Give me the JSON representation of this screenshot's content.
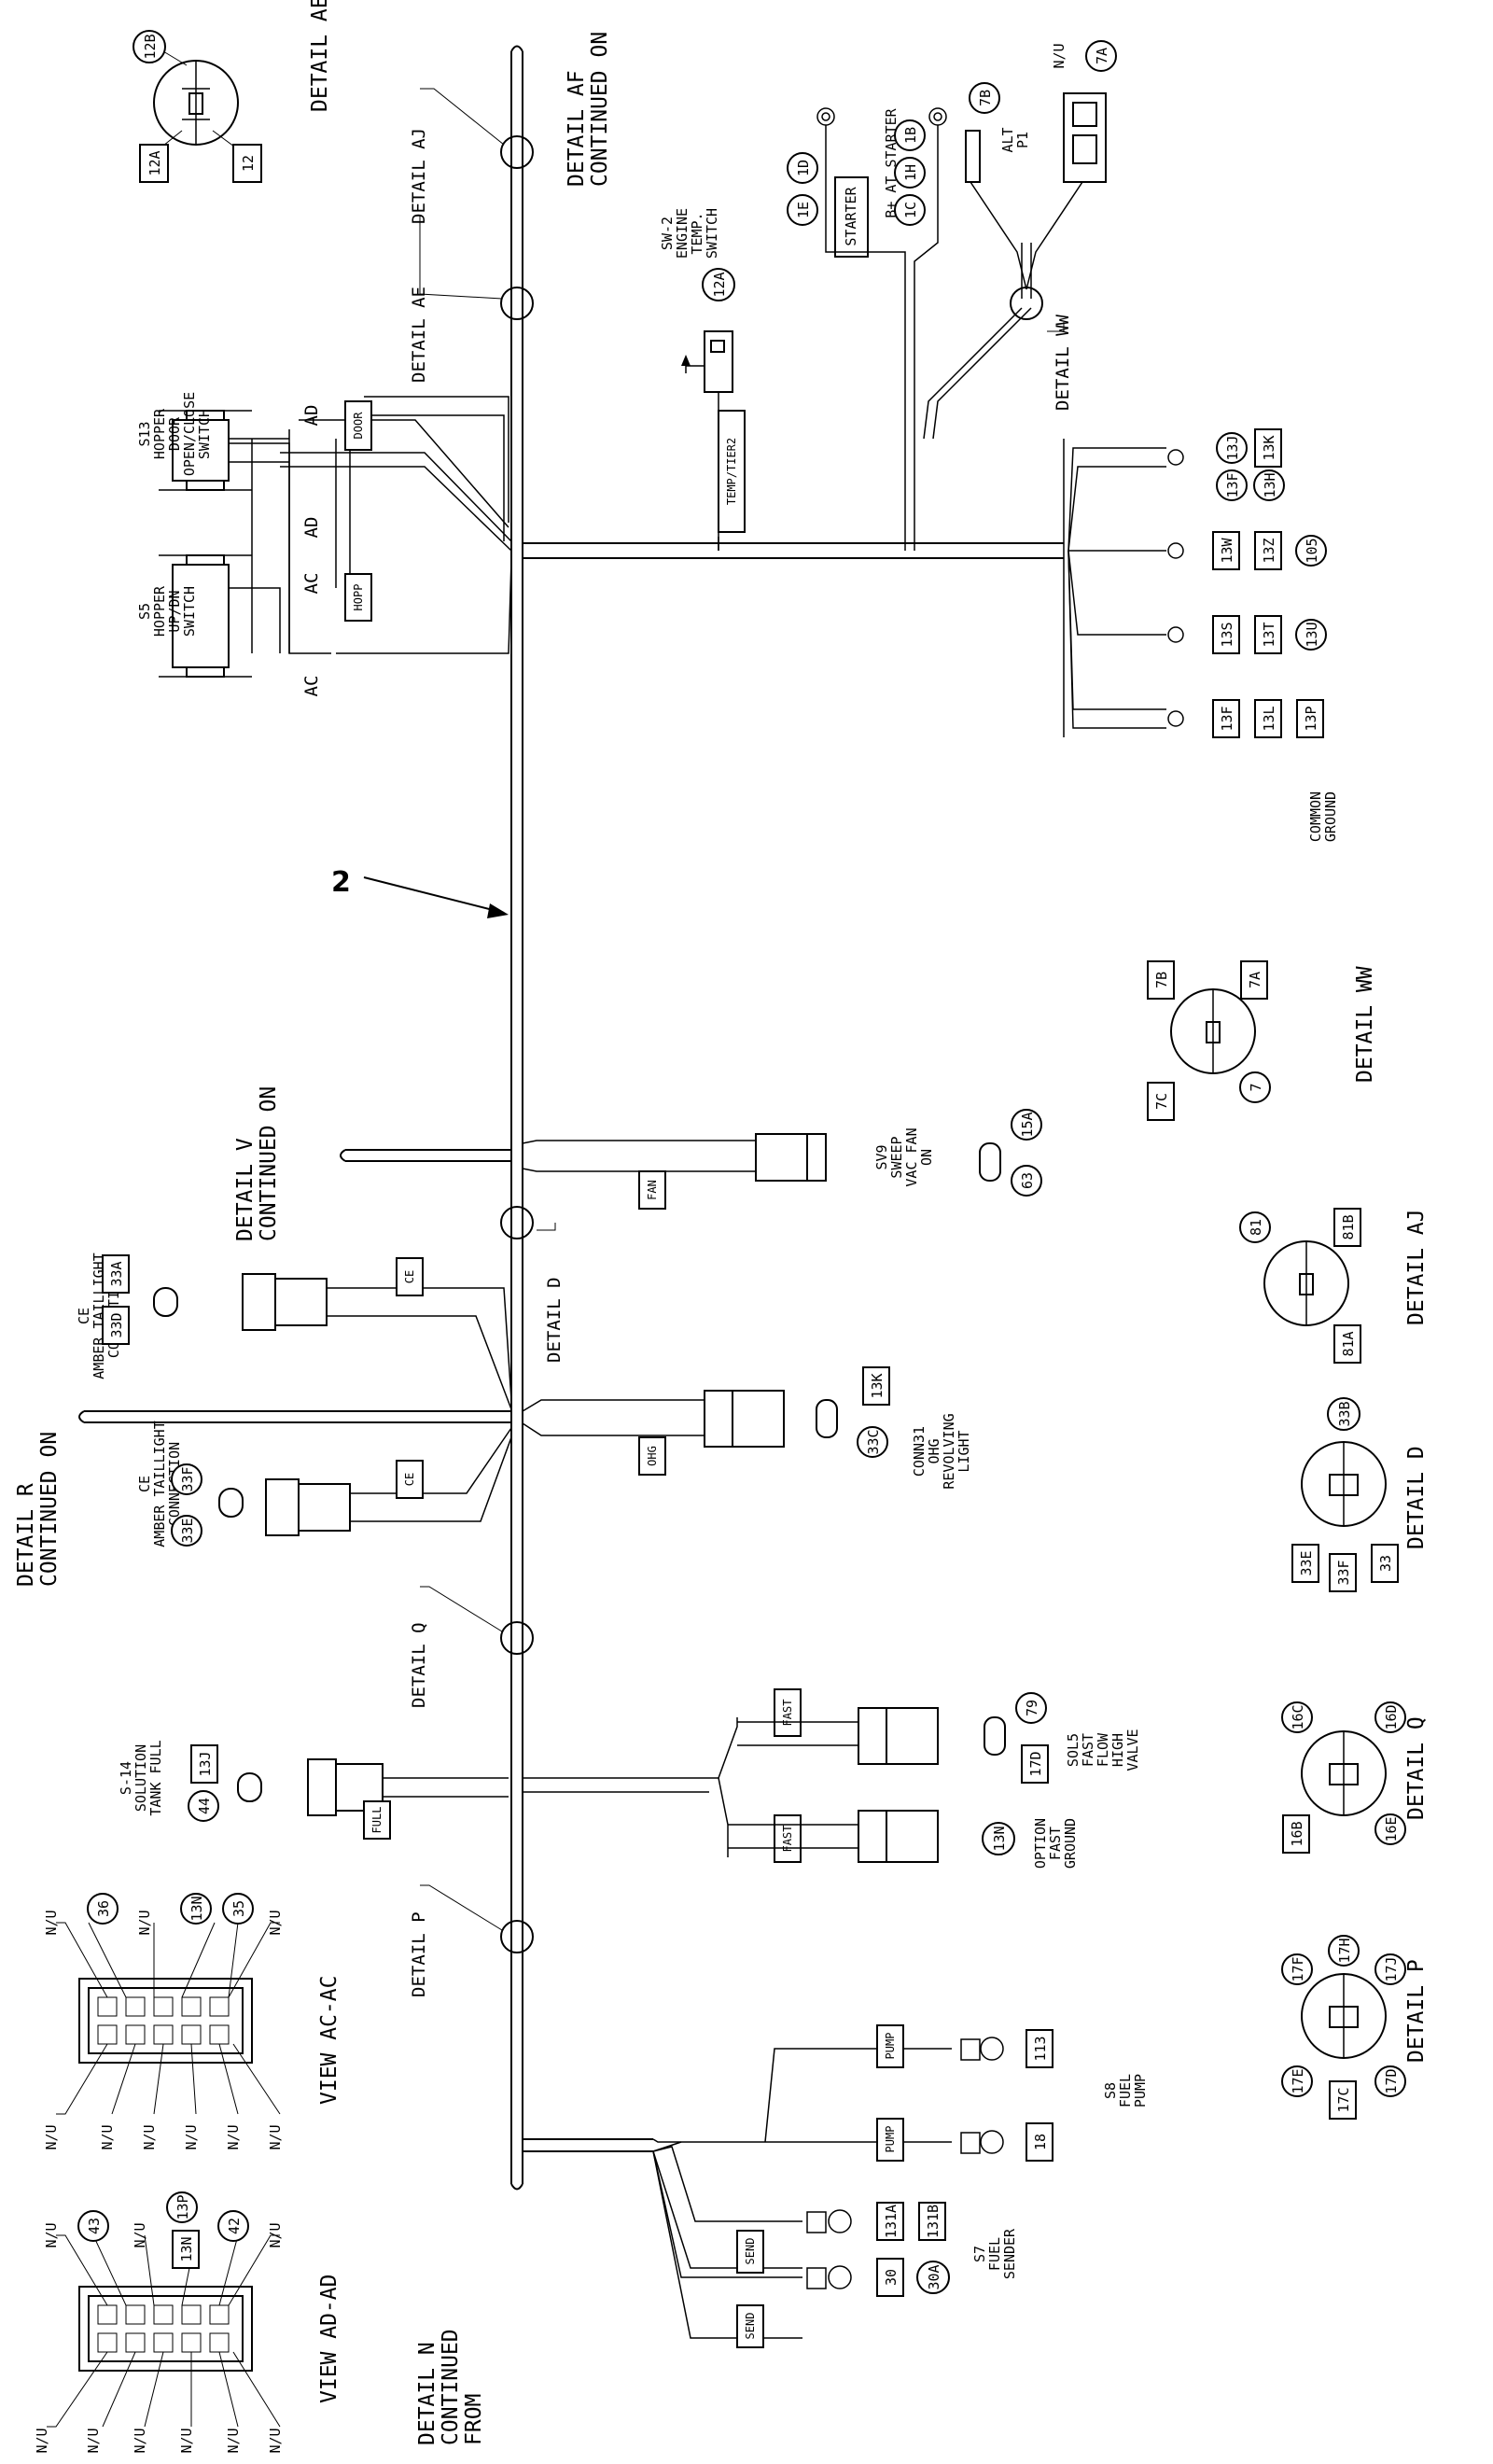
{
  "harness": {
    "pointer_label": "2"
  },
  "details": {
    "ae": "DETAIL AE",
    "af": "DETAIL AF\nCONTINUED ON",
    "aj": "DETAIL AJ",
    "ww": "DETAIL WW",
    "v": "DETAIL V\nCONTINUED ON",
    "d": "DETAIL D",
    "r": "DETAIL R\nCONTINUED ON",
    "q": "DETAIL Q",
    "p": "DETAIL P",
    "n": "DETAIL N\nCONTINUED\nFROM"
  },
  "views": {
    "ac": "VIEW AC-AC",
    "ad": "VIEW AD-AD"
  },
  "components": {
    "s13": "S13\nHOPPER\nDOOR\nOPEN/CLOSE\nSWITCH",
    "s5": "S5\nHOPPER\nUP/DN\nSWITCH",
    "sw2": "SW-2\nENGINE\nTEMP.\nSWITCH",
    "starter": "STARTER",
    "b_plus": "B+ AT STARTER",
    "alt": "ALT\nP1",
    "common_ground": "COMMON\nGROUND",
    "sv9": "SV9\nSWEEP\nVAC FAN\nON",
    "conn31": "CONN31\nOHG\nREVOLVING\nLIGHT",
    "ce1": "CE\nAMBER TAILLIGHT\nCONNECTION",
    "ce2": "CE\nAMBER TAILLIGHT\nCONNECTION",
    "sol5": "SOL5\nFAST\nFLOW\nHIGH\nVALVE",
    "option": "OPTION\nFAST\nGROUND",
    "s14": "S-14\nSOLUTION\nTANK FULL",
    "s8": "S8\nFUEL\nPUMP",
    "s7": "S7\nFUEL\nSENDER",
    "nu": "N/U"
  },
  "tags": {
    "door": "DOOR",
    "hopp": "HOPP",
    "temp": "TEMP/TIER2",
    "fan": "FAN",
    "ce": "CE",
    "ohg": "OHG",
    "fast": "FAST",
    "full": "FULL",
    "pump": "PUMP",
    "send": "SEND",
    "ac": "AC",
    "ad": "AD"
  },
  "wire_ids": {
    "ae_circle": "12B",
    "ae_box1": "12A",
    "ae_box2": "12",
    "sw2_circle": "12A",
    "st_1e": "1E",
    "st_1d": "1D",
    "st_1h": "1H",
    "st_1c": "1C",
    "st_1b": "1B",
    "alt_7b": "7B",
    "alt_7a": "7A",
    "g1": "13F",
    "g2": "13J",
    "g3": "13K",
    "g4": "13H",
    "g5": "13W",
    "g6": "13Z",
    "g7": "105",
    "g8": "13S",
    "g9": "13T",
    "g10": "13U",
    "g11": "13F",
    "g12": "13L",
    "g13": "13P",
    "ww_7b": "7B",
    "ww_7a": "7A",
    "ww_7c": "7C",
    "ww_7": "7",
    "sv9_15a": "15A",
    "sv9_63": "63",
    "aj_81": "81",
    "aj_81b": "81B",
    "aj_81a": "81A",
    "ce1_33a": "33A",
    "ce1_33d": "33D",
    "conn31_13k": "13K",
    "conn31_33c": "33C",
    "ce2_33f": "33F",
    "ce2_33e": "33E",
    "d_33b": "33B",
    "d_33e": "33E",
    "d_33f": "33F",
    "d_33": "33",
    "sol5_79": "79",
    "sol5_17d": "17D",
    "opt_13n": "13N",
    "q_16c": "16C",
    "q_16d": "16D",
    "q_16b": "16B",
    "q_16e": "16E",
    "s14_13j": "13J",
    "s14_44": "44",
    "p_17f": "17F",
    "p_17h": "17H",
    "p_17j": "17J",
    "p_17e": "17E",
    "p_17c": "17C",
    "p_17d": "17D",
    "ac_36": "36",
    "ac_13n": "13N",
    "ac_35": "35",
    "ad_43": "43",
    "ad_13p": "13P",
    "ad_13n": "13N",
    "ad_42": "42",
    "pump_113": "113",
    "pump_18": "18",
    "send_131a": "131A",
    "send_131b": "131B",
    "send_30": "30",
    "send_30a": "30A"
  }
}
